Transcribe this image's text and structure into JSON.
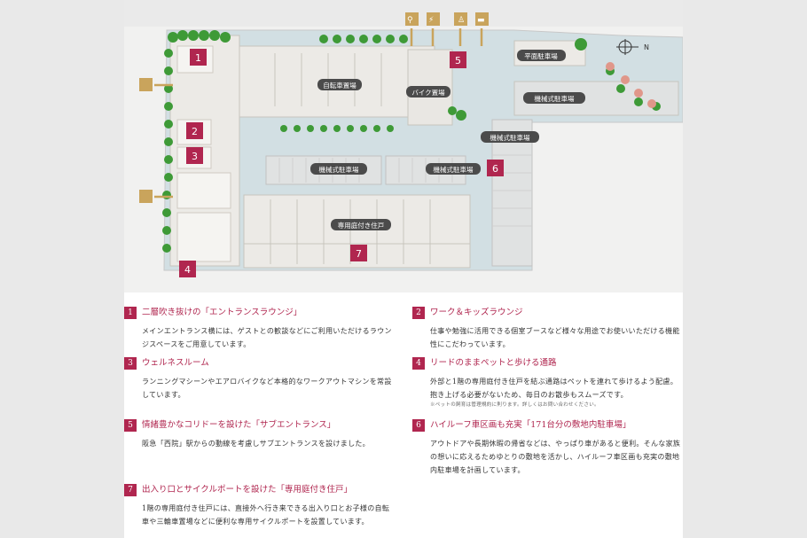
{
  "colors": {
    "accent": "#b0264f",
    "gold": "#c9a45c",
    "tree": "#3e9a37",
    "building": "#e7e6e3",
    "courtyard": "#c9d7dc"
  },
  "plan": {
    "labels": {
      "bicycle_parking": "自転車置場",
      "bike_parking": "バイク置場",
      "flat_parking": "平面駐車場",
      "mech_parking_a": "機械式駐車場",
      "mech_parking_b": "機械式駐車場",
      "mech_parking_c": "機械式駐車場",
      "mech_parking_d": "機械式駐車場",
      "private_garden": "専用庭付き住戸"
    },
    "compass": "N",
    "markers": [
      "1",
      "2",
      "3",
      "4",
      "5",
      "6",
      "7"
    ],
    "icons": [
      "walk-icon",
      "bicycle-icon",
      "scooter-icon",
      "car-icon"
    ]
  },
  "items": [
    {
      "num": "1",
      "title": "二層吹き抜けの「エントランスラウンジ」",
      "desc": "メインエントランス横には、ゲストとの歓談などにご利用いただけるラウンジスペースをご用意しています。"
    },
    {
      "num": "2",
      "title": "ワーク＆キッズラウンジ",
      "desc": "仕事や勉強に活用できる個室ブースなど様々な用途でお使いいただける機能性にこだわっています。"
    },
    {
      "num": "3",
      "title": "ウェルネスルーム",
      "desc": "ランニングマシーンやエアロバイクなど本格的なワークアウトマシンを常設しています。"
    },
    {
      "num": "4",
      "title": "リードのままペットと歩ける通路",
      "desc": "外部と1階の専用庭付き住戸を結ぶ通路はペットを連れて歩けるよう配慮。抱き上げる必要がないため、毎日のお散歩もスムーズです。",
      "note": "※ペットの飼育は管理規約に則ります。詳しくはお問い合わせください。"
    },
    {
      "num": "5",
      "title": "情緒豊かなコリドーを設けた「サブエントランス」",
      "desc": "阪急「西院」駅からの動線を考慮しサブエントランスを設けました。"
    },
    {
      "num": "6",
      "title": "ハイルーフ車区画も充実「171台分の敷地内駐車場」",
      "desc": "アウトドアや長期休暇の帰省などは、やっぱり車があると便利。そんな家族の想いに応えるためゆとりの敷地を活かし、ハイルーフ車区画も充実の敷地内駐車場を計画しています。"
    },
    {
      "num": "7",
      "title": "出入り口とサイクルポートを設けた「専用庭付き住戸」",
      "desc": "1階の専用庭付き住戸には、直接外へ行き来できる出入り口とお子様の自転車や三輪車置場などに便利な専用サイクルポートを設置しています。"
    }
  ]
}
